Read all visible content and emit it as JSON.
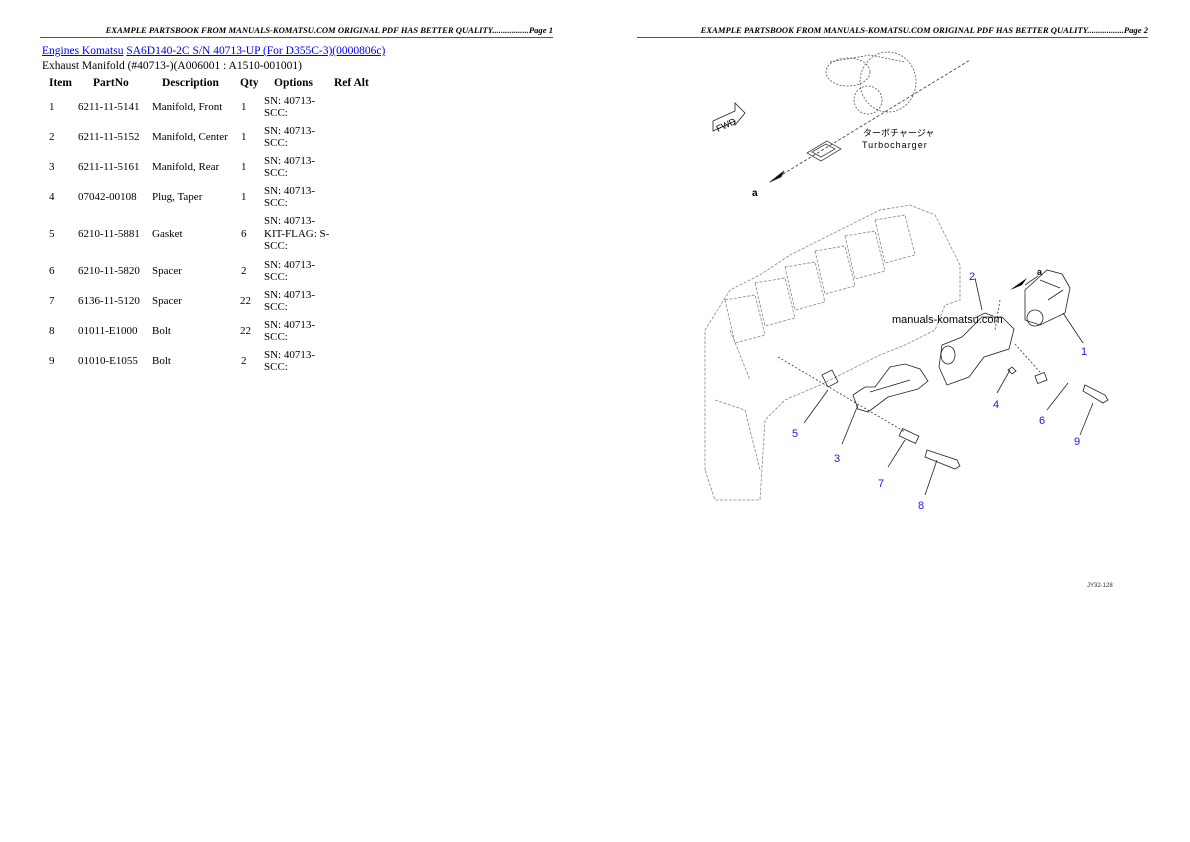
{
  "page1": {
    "header": "EXAMPLE PARTSBOOK FROM MANUALS-KOMATSU.COM ORIGINAL PDF HAS BETTER QUALITY.................Page 1",
    "breadcrumb": {
      "link1": "Engines Komatsu",
      "link2": "SA6D140-2C S/N 40713-UP (For D355C-3)(0000806c)"
    },
    "subtitle": "Exhaust Manifold (#40713-)(A006001 : A1510-001001)",
    "table": {
      "headers": [
        "Item",
        "PartNo",
        "Description",
        "Qty",
        "Options",
        "Ref Alt"
      ],
      "rows": [
        {
          "item": "1",
          "part_no": "6211-11-5141",
          "description": "Manifold, Front",
          "qty": "1",
          "options": "SN: 40713-\nSCC:"
        },
        {
          "item": "2",
          "part_no": "6211-11-5152",
          "description": "Manifold, Center",
          "qty": "1",
          "options": "SN: 40713-\nSCC:"
        },
        {
          "item": "3",
          "part_no": "6211-11-5161",
          "description": "Manifold, Rear",
          "qty": "1",
          "options": "SN: 40713-\nSCC:"
        },
        {
          "item": "4",
          "part_no": "07042-00108",
          "description": "Plug, Taper",
          "qty": "1",
          "options": "SN: 40713-\nSCC:"
        },
        {
          "item": "5",
          "part_no": "6210-11-5881",
          "description": "Gasket",
          "qty": "6",
          "options": "SN: 40713-\nKIT-FLAG: S-\nSCC:"
        },
        {
          "item": "6",
          "part_no": "6210-11-5820",
          "description": "Spacer",
          "qty": "2",
          "options": "SN: 40713-\nSCC:"
        },
        {
          "item": "7",
          "part_no": "6136-11-5120",
          "description": "Spacer",
          "qty": "22",
          "options": "SN: 40713-\nSCC:"
        },
        {
          "item": "8",
          "part_no": "01011-E1000",
          "description": "Bolt",
          "qty": "22",
          "options": "SN: 40713-\nSCC:"
        },
        {
          "item": "9",
          "part_no": "01010-E1055",
          "description": "Bolt",
          "qty": "2",
          "options": "SN: 40713-\nSCC:"
        }
      ]
    }
  },
  "page2": {
    "header": "EXAMPLE PARTSBOOK FROM MANUALS-KOMATSU.COM ORIGINAL PDF HAS BETTER QUALITY.................Page 2",
    "diagram": {
      "fwd_label": "FWD",
      "turbo_label_jp": "ターボチャージャ",
      "turbo_label_en": "Turbocharger",
      "arrow_label": "a",
      "arrow_label_2": "a",
      "watermark": "manuals-komatsu.com",
      "callouts": [
        "1",
        "2",
        "3",
        "4",
        "5",
        "6",
        "7",
        "8",
        "9"
      ],
      "drawing_code": "JY32-128",
      "callout_color": "#1a1adc"
    }
  }
}
